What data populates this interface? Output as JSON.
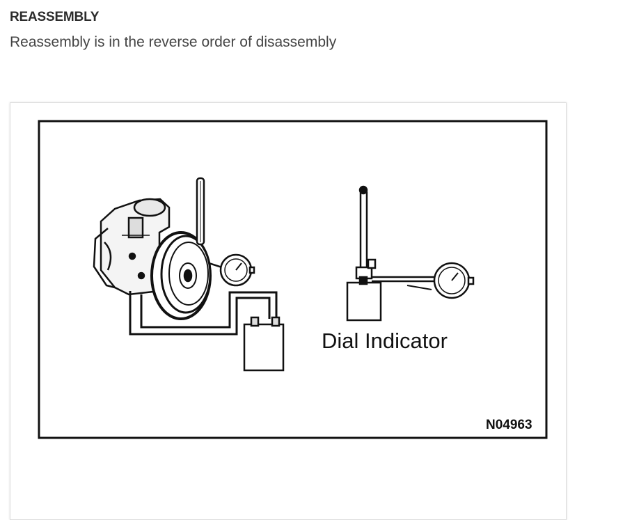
{
  "section": {
    "heading": "REASSEMBLY",
    "text": "Reassembly is in the reverse order of disassembly"
  },
  "figure": {
    "label": "Dial Indicator",
    "code": "N04963"
  }
}
